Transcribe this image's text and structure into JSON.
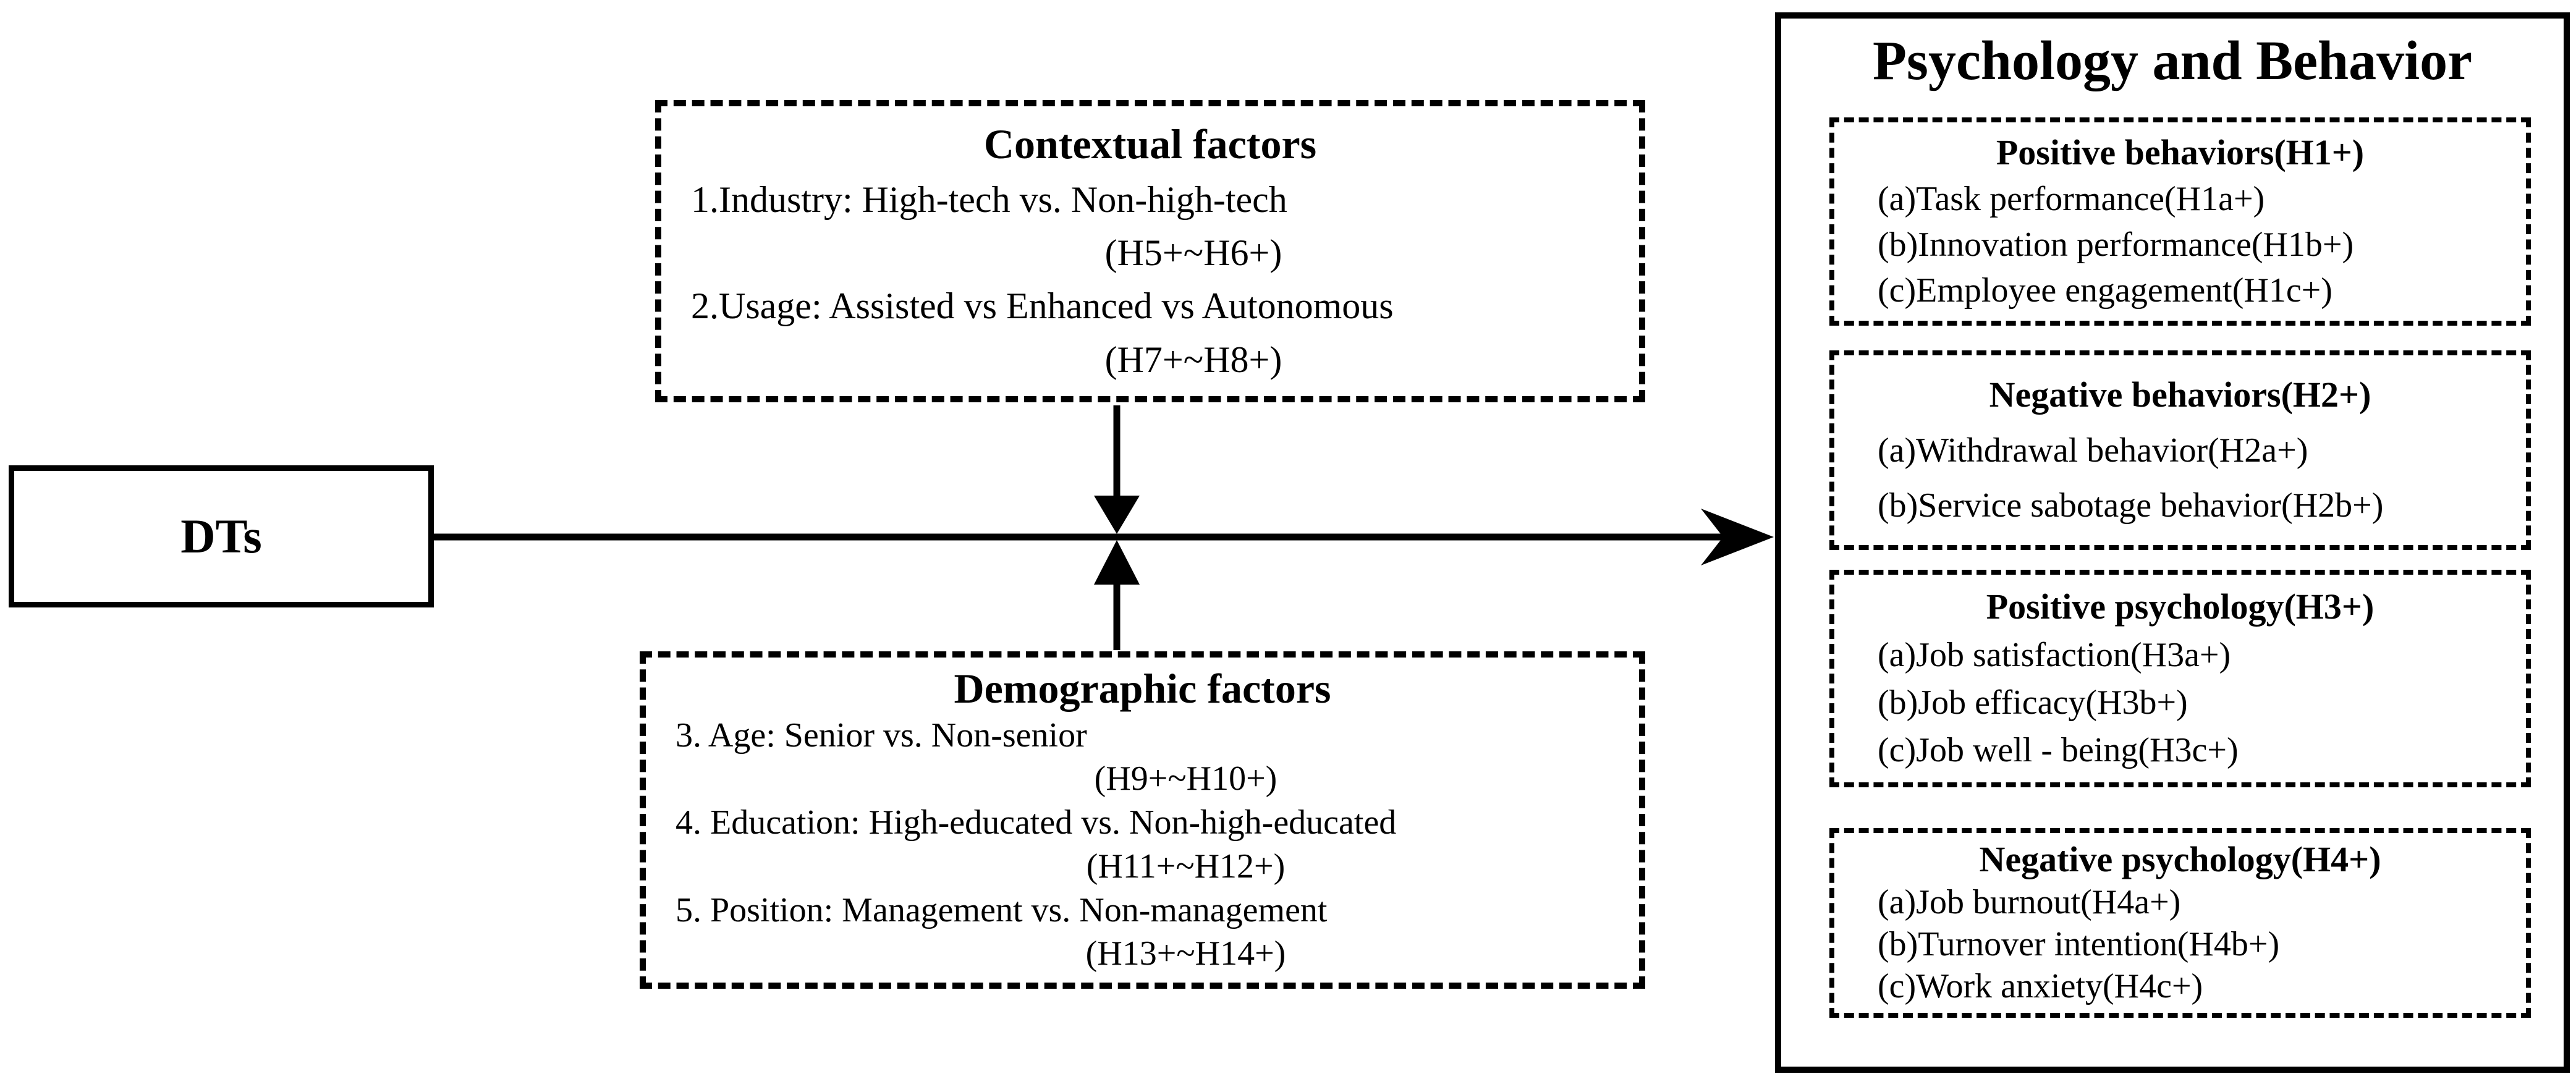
{
  "diagram": {
    "background_color": "#ffffff",
    "line_color": "#000000",
    "dts_box": {
      "label": "DTs"
    },
    "contextual_box": {
      "title": "Contextual factors",
      "line1": "1.Industry:  High-tech vs. Non-high-tech",
      "line2": "(H5+~H6+)",
      "line3": "2.Usage: Assisted vs Enhanced vs Autonomous",
      "line4": "(H7+~H8+)"
    },
    "demographic_box": {
      "title": "Demographic factors",
      "line1": "3. Age: Senior vs. Non-senior",
      "line2": "(H9+~H10+)",
      "line3": "4. Education: High-educated vs. Non-high-educated",
      "line4": "(H11+~H12+)",
      "line5": "5. Position: Management vs. Non-management",
      "line6": "(H13+~H14+)"
    },
    "outcome_panel": {
      "title": "Psychology and Behavior",
      "boxes": [
        {
          "title": "Positive behaviors(H1+)",
          "items": [
            "(a)Task performance(H1a+)",
            "(b)Innovation performance(H1b+)",
            "(c)Employee engagement(H1c+)"
          ]
        },
        {
          "title": "Negative behaviors(H2+)",
          "items": [
            "(a)Withdrawal behavior(H2a+)",
            "(b)Service sabotage behavior(H2b+)"
          ]
        },
        {
          "title": "Positive psychology(H3+)",
          "items": [
            "(a)Job satisfaction(H3a+)",
            "(b)Job efficacy(H3b+)",
            "(c)Job well - being(H3c+)"
          ]
        },
        {
          "title": "Negative psychology(H4+)",
          "items": [
            "(a)Job burnout(H4a+)",
            "(b)Turnover intention(H4b+)",
            "(c)Work anxiety(H4c+)"
          ]
        }
      ]
    }
  }
}
